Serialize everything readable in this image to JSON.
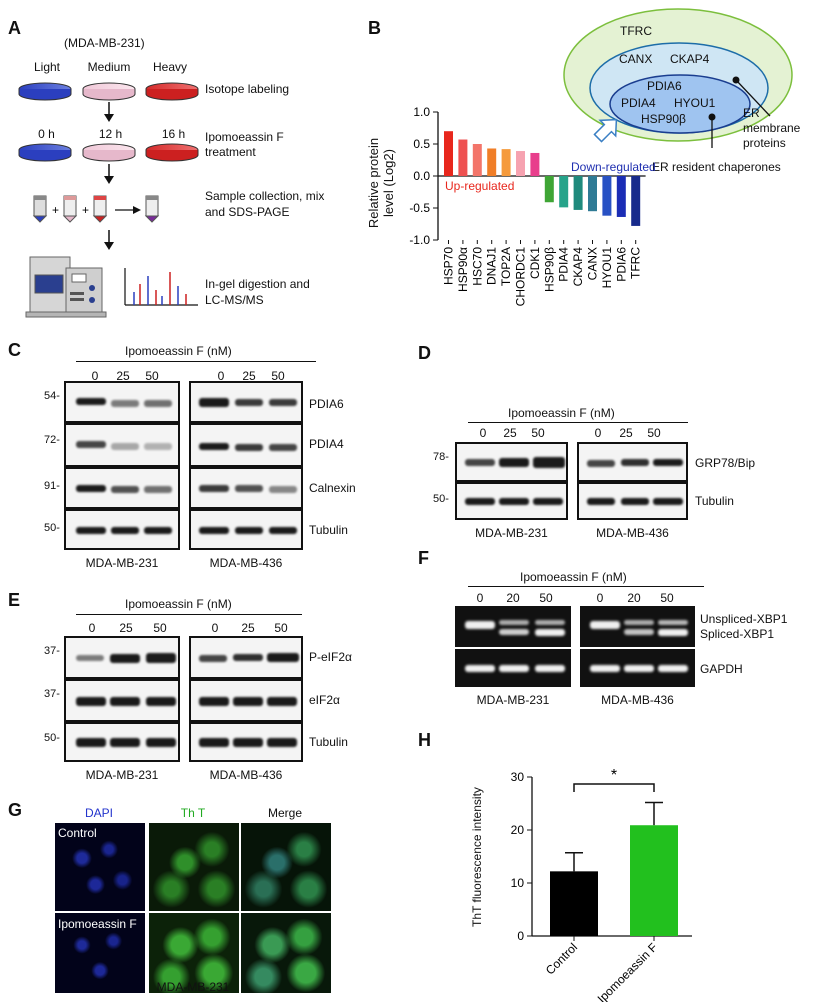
{
  "panels": {
    "A": "A",
    "B": "B",
    "C": "C",
    "D": "D",
    "E": "E",
    "F": "F",
    "G": "G",
    "H": "H"
  },
  "panelA": {
    "cell_line": "(MDA-MB-231)",
    "dishes": [
      "Light",
      "Medium",
      "Heavy"
    ],
    "step1": "Isotope labeling",
    "times": [
      "0 h",
      "12 h",
      "16 h"
    ],
    "step2": "Ipomoeassin F treatment",
    "step3": "Sample collection, mix and SDS-PAGE",
    "step4": "In-gel digestion and LC-MS/MS"
  },
  "panelB": {
    "venn": {
      "outer": "TFRC",
      "mid": [
        "CANX",
        "CKAP4"
      ],
      "inner": [
        "PDIA6",
        "PDIA4",
        "HYOU1",
        "HSP90β"
      ],
      "label_membrane": "ER membrane proteins",
      "label_resident": "ER resident chaperones"
    },
    "up_label": "Up-regulated",
    "down_label": "Down-regulated"
  },
  "chart_data": [
    {
      "type": "bar",
      "ylabel": "Relative protein level (Log2)",
      "ylim": [
        -1.0,
        1.0
      ],
      "yticks": [
        "1.0",
        "0.5",
        "0.0",
        "-0.5",
        "-1.0"
      ],
      "categories": [
        "HSP70",
        "HSP90α",
        "HSC70",
        "DNAJ1",
        "TOP2A",
        "CHORDC1",
        "CDK1",
        "HSP90β",
        "PDIA4",
        "CKAP4",
        "CANX",
        "HYOU1",
        "PDIA6",
        "TFRC"
      ],
      "values": [
        0.7,
        0.57,
        0.5,
        0.43,
        0.42,
        0.39,
        0.36,
        -0.41,
        -0.49,
        -0.53,
        -0.55,
        -0.62,
        -0.64,
        -0.78
      ],
      "colors": [
        "#e8271d",
        "#ee5151",
        "#f3756a",
        "#f07e28",
        "#f59a3c",
        "#f6a2b0",
        "#e83e8c",
        "#3fa535",
        "#26a38a",
        "#1f8a7d",
        "#2f7b95",
        "#2851c4",
        "#1b2db5",
        "#172a8c"
      ]
    },
    {
      "type": "bar",
      "ylabel": "ThT fluorescence intensity",
      "ylim": [
        0,
        30
      ],
      "yticks": [
        "0",
        "10",
        "20",
        "30"
      ],
      "categories": [
        "Control",
        "Ipomoeassin F"
      ],
      "values": [
        12.2,
        20.9
      ],
      "errors": [
        3.5,
        4.3
      ],
      "colors": [
        "#000000",
        "#22c01e"
      ],
      "significance": "*"
    }
  ],
  "panelC": {
    "title": "Ipomoeassin F (nM)",
    "doses": [
      "0",
      "25",
      "50"
    ],
    "markers": [
      "54-",
      "72-",
      "91-",
      "50-"
    ],
    "rows": [
      "PDIA6",
      "PDIA4",
      "Calnexin",
      "Tubulin"
    ],
    "cells": [
      "MDA-MB-231",
      "MDA-MB-436"
    ]
  },
  "panelD": {
    "title": "Ipomoeassin F (nM)",
    "doses": [
      "0",
      "25",
      "50"
    ],
    "markers": [
      "78-",
      "50-"
    ],
    "rows": [
      "GRP78/Bip",
      "Tubulin"
    ],
    "cells": [
      "MDA-MB-231",
      "MDA-MB-436"
    ]
  },
  "panelE": {
    "title": "Ipomoeassin F (nM)",
    "doses": [
      "0",
      "25",
      "50"
    ],
    "markers": [
      "37-",
      "37-",
      "50-"
    ],
    "rows": [
      "P-eIF2α",
      "eIF2α",
      "Tubulin"
    ],
    "cells": [
      "MDA-MB-231",
      "MDA-MB-436"
    ]
  },
  "panelF": {
    "title": "Ipomoeassin F (nM)",
    "doses": [
      "0",
      "20",
      "50"
    ],
    "rows": [
      "Unspliced-XBP1",
      "Spliced-XBP1",
      "GAPDH"
    ],
    "cells": [
      "MDA-MB-231",
      "MDA-MB-436"
    ]
  },
  "panelG": {
    "cols": [
      "DAPI",
      "Th T",
      "Merge"
    ],
    "rows": [
      "Control",
      "Ipomoeassin F"
    ],
    "cell": "MDA-MB-231"
  }
}
